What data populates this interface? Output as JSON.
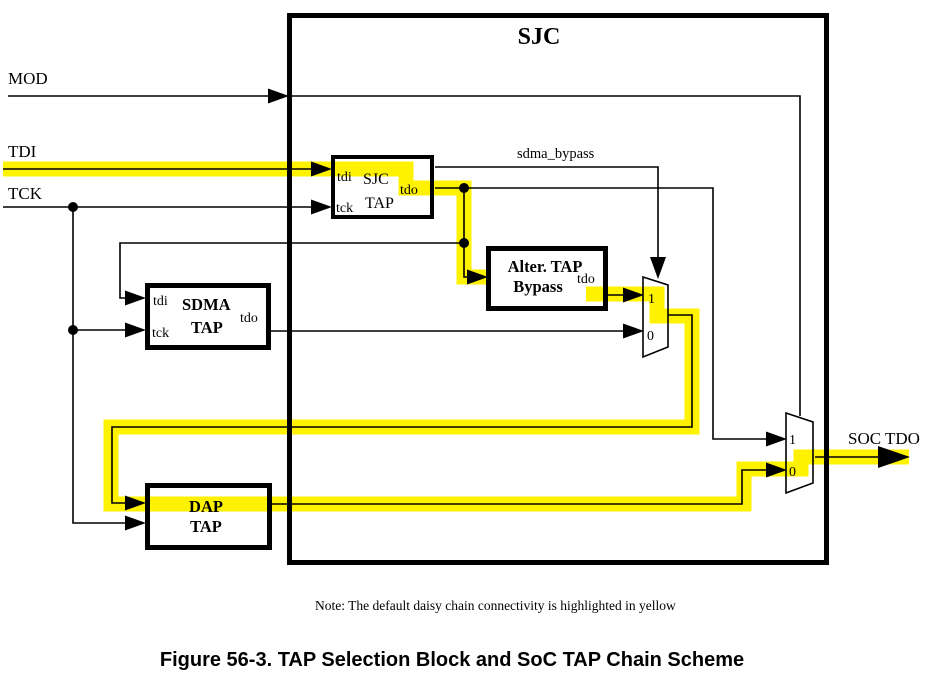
{
  "figure": {
    "note": "Note: The default daisy chain connectivity is highlighted in yellow",
    "caption": "Figure 56-3. TAP Selection Block and SoC TAP Chain Scheme",
    "highlight_color": "#FFF200",
    "line_color": "#000000"
  },
  "container": {
    "title": "SJC"
  },
  "signals": {
    "mod": "MOD",
    "tdi": "TDI",
    "tck": "TCK",
    "sdma_bypass": "sdma_bypass",
    "soc_tdo": "SOC TDO"
  },
  "blocks": {
    "sjc_tap": {
      "line1": "SJC",
      "line2": "TAP",
      "ports": {
        "tdi": "tdi",
        "tck": "tck",
        "tdo": "tdo"
      }
    },
    "sdma_tap": {
      "line1": "SDMA",
      "line2": "TAP",
      "ports": {
        "tdi": "tdi",
        "tck": "tck",
        "tdo": "tdo"
      }
    },
    "alter_tap_bypass": {
      "line1": "Alter. TAP",
      "line2": "Bypass",
      "ports": {
        "tdo": "tdo"
      }
    },
    "dap_tap": {
      "line1": "DAP",
      "line2": "TAP"
    }
  },
  "muxes": {
    "tap_select_mux": {
      "input1": "1",
      "input0": "0"
    },
    "output_mux": {
      "input1": "1",
      "input0": "0"
    }
  }
}
